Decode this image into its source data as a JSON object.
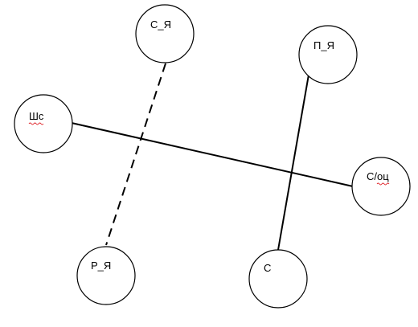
{
  "diagram": {
    "nodes": [
      {
        "id": "s_ya",
        "label": "С_Я"
      },
      {
        "id": "p_ya",
        "label": "П_Я"
      },
      {
        "id": "shs",
        "label": "Шс",
        "spellcheck_underline": true
      },
      {
        "id": "s_ots",
        "label": "С/оц",
        "spellcheck_underline": true
      },
      {
        "id": "r_ya",
        "label": "Р_Я"
      },
      {
        "id": "s",
        "label": "С"
      }
    ],
    "edges": [
      {
        "from": "shs",
        "to": "s_ots",
        "style": "solid"
      },
      {
        "from": "p_ya",
        "to": "s",
        "style": "solid"
      },
      {
        "from": "s_ya",
        "to": "r_ya",
        "style": "dashed"
      }
    ],
    "colors": {
      "stroke": "#000000",
      "background": "#ffffff",
      "spellcheck": "#e0262b"
    }
  }
}
